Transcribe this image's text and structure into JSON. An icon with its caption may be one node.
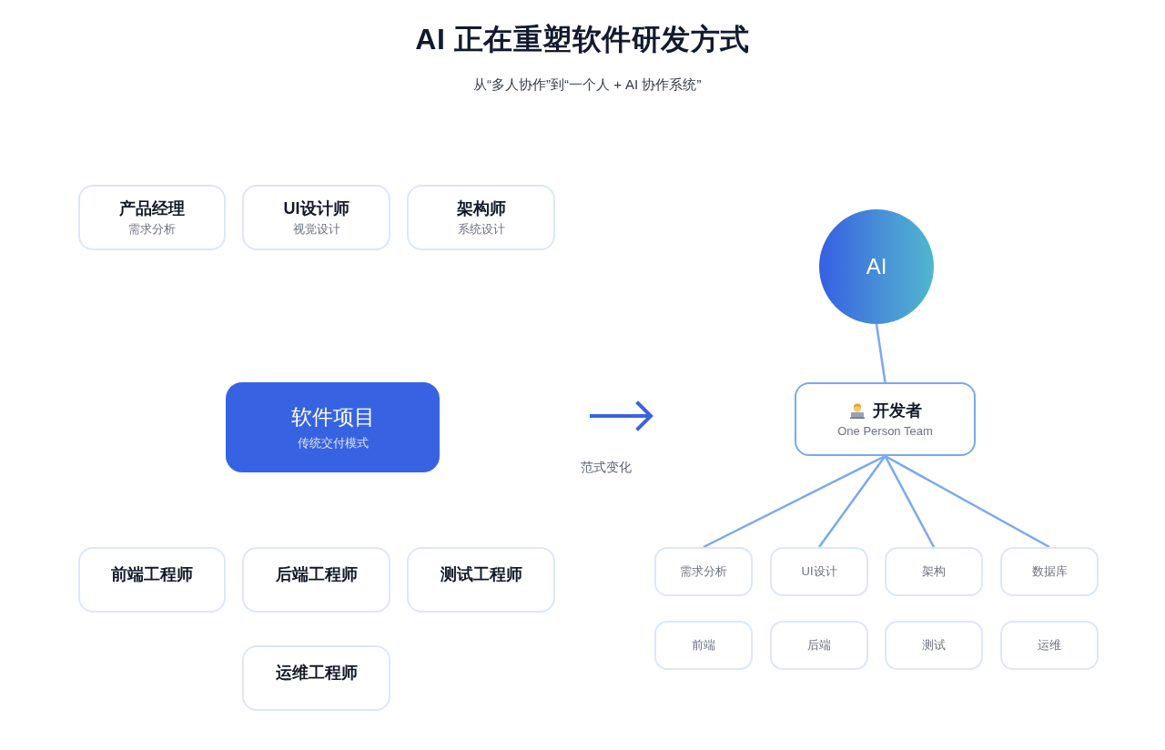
{
  "diagram": {
    "title": "AI 正在重塑软件研发方式",
    "nodes": [
      {
        "text": [
          "产品经理",
          "需求分析"
        ]
      },
      {
        "text": [
          "UI设计师",
          "视觉设计"
        ]
      },
      {
        "text": [
          "架构师",
          "系统设计"
        ]
      },
      {
        "text": [
          "软件项目",
          "传统交付模式"
        ]
      },
      {
        "text": [
          "前端工程师"
        ]
      },
      {
        "text": [
          "后端工程师"
        ]
      },
      {
        "text": [
          "测试工程师"
        ]
      },
      {
        "text": [
          "运维工程师"
        ]
      },
      {
        "text": [
          "AI"
        ]
      },
      {
        "text": [
          "开发者",
          "One Person Team"
        ]
      },
      {
        "text": [
          "需求分析"
        ]
      },
      {
        "text": [
          "UI设计"
        ]
      },
      {
        "text": [
          "架构"
        ]
      },
      {
        "text": [
          "数据库"
        ]
      },
      {
        "text": [
          "前端"
        ]
      },
      {
        "text": [
          "后端"
        ]
      },
      {
        "text": [
          "测试"
        ]
      },
      {
        "text": [
          "运维"
        ]
      }
    ],
    "edges": [
      {
        "from": 8,
        "to": 9,
        "arrow": "none"
      },
      {
        "from": 9,
        "to": 10,
        "arrow": "none"
      },
      {
        "from": 9,
        "to": 11,
        "arrow": "none"
      },
      {
        "from": 9,
        "to": 12,
        "arrow": "none"
      },
      {
        "from": 9,
        "to": 13,
        "arrow": "none"
      }
    ],
    "labels": [
      "从“多人协作”到“一个人 + AI 协作系统”",
      "范式变化"
    ]
  }
}
